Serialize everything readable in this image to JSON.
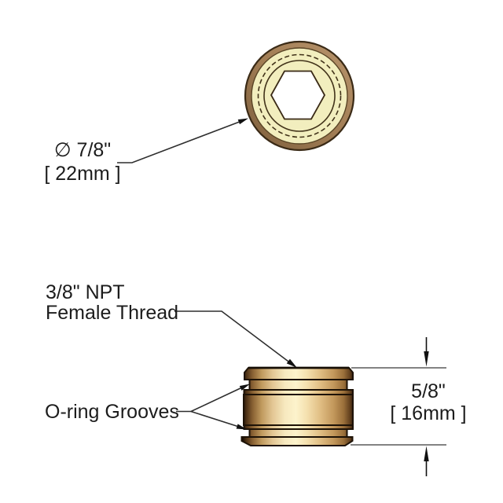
{
  "drawing": {
    "title_hint": "brass fitting technical drawing",
    "labels": {
      "diameter": {
        "inches": "∅ 7/8\"",
        "mm": "[ 22mm ]"
      },
      "thread": {
        "line1": "3/8\" NPT",
        "line2": "Female Thread"
      },
      "grooves": {
        "text": "O-ring Grooves"
      },
      "height": {
        "inches": "5/8\"",
        "mm": "[ 16mm ]"
      }
    },
    "colors": {
      "background": "#ffffff",
      "brass_highlight": "#fdf3cc",
      "brass_mid": "#d9b378",
      "brass_shadow": "#4a2f14",
      "top_ring_brown": "#a17d55",
      "top_face_cream": "#f2eebe",
      "hex_socket": "#ffffff",
      "part_outline": "#1d1206",
      "leader_line": "#2e2e2e",
      "extension_line": "#5a5a5a",
      "text": "#1c1c1c"
    }
  }
}
